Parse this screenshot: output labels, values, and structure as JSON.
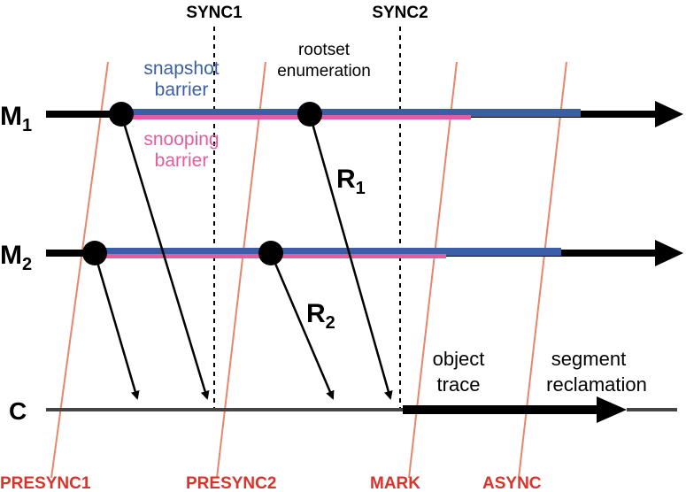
{
  "colors": {
    "phase_line": "#e8866a",
    "phase_label": "#d9342b",
    "snapshot": "#3a5fa8",
    "snooping": "#e35d9e",
    "thread_line": "#000000",
    "collector_line": "#444444",
    "sync_line": "#000000"
  },
  "sync": {
    "sync1": "SYNC1",
    "sync2": "SYNC2"
  },
  "phases": {
    "presync1": "PRESYNC1",
    "presync2": "PRESYNC2",
    "mark": "MARK",
    "async": "ASYNC"
  },
  "threads": {
    "m1": {
      "letter": "M",
      "sub": "1"
    },
    "m2": {
      "letter": "M",
      "sub": "2"
    },
    "c": "C"
  },
  "annotations": {
    "snapshot_line1": "snapshot",
    "snapshot_line2": "barrier",
    "snooping_line1": "snooping",
    "snooping_line2": "barrier",
    "rootset_line1": "rootset",
    "rootset_line2": "enumeration",
    "object_line1": "object",
    "object_line2": "trace",
    "segment_line1": "segment",
    "segment_line2": "reclamation"
  },
  "roots": {
    "r1": {
      "letter": "R",
      "sub": "1"
    },
    "r2": {
      "letter": "R",
      "sub": "2"
    }
  }
}
